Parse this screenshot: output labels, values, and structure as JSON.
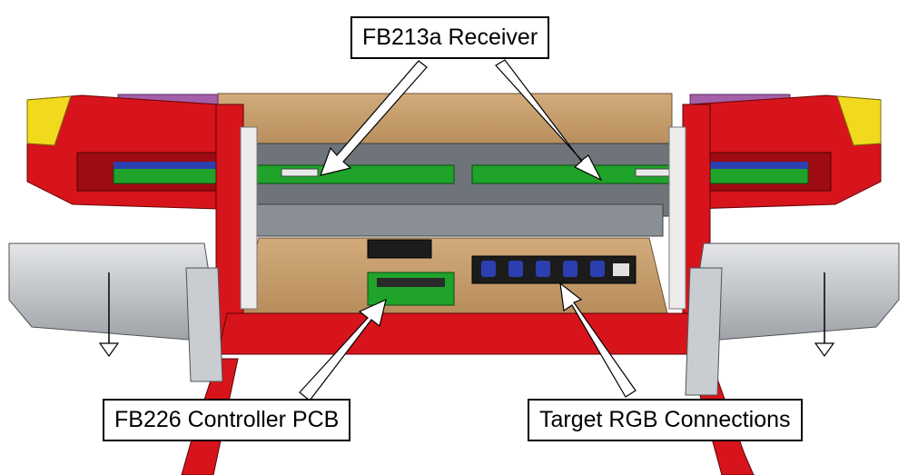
{
  "callouts": {
    "receiver": "FB213a Receiver",
    "controller": "FB226 Controller PCB",
    "rgb": "Target RGB Connections"
  },
  "colors": {
    "frame_red": "#d7141c",
    "frame_dark_red": "#9e0b10",
    "yellow_cap": "#f1da1e",
    "purple_bracket": "#a45fa8",
    "wood_panel": "#c99f6e",
    "pcb_green": "#1fa32a",
    "pcb_blue": "#2c3fb0",
    "steel_grey": "#c9ccd0",
    "dark_grey": "#555a60"
  }
}
